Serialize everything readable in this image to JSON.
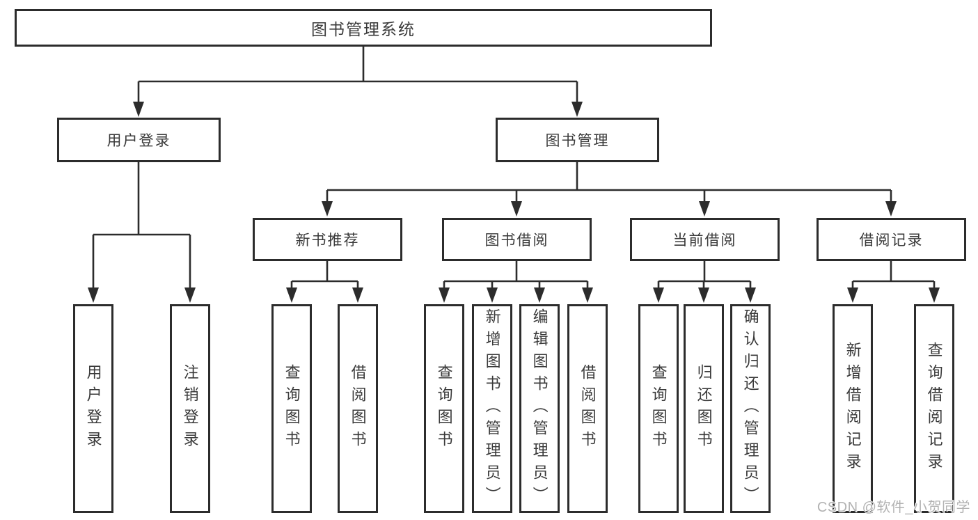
{
  "diagram": {
    "root": {
      "label": "图书管理系统"
    },
    "branches": [
      {
        "label": "用户登录",
        "children": [
          {
            "label": "用户登录"
          },
          {
            "label": "注销登录"
          }
        ]
      },
      {
        "label": "图书管理",
        "children": [
          {
            "label": "新书推荐",
            "children": [
              {
                "label": "查询图书"
              },
              {
                "label": "借阅图书"
              }
            ]
          },
          {
            "label": "图书借阅",
            "children": [
              {
                "label": "查询图书"
              },
              {
                "label": "新增图书（管理员）"
              },
              {
                "label": "编辑图书（管理员）"
              },
              {
                "label": "借阅图书"
              }
            ]
          },
          {
            "label": "当前借阅",
            "children": [
              {
                "label": "查询图书"
              },
              {
                "label": "归还图书"
              },
              {
                "label": "确认归还（管理员）"
              }
            ]
          },
          {
            "label": "借阅记录",
            "children": [
              {
                "label": "新增借阅记录"
              },
              {
                "label": "查询借阅记录"
              }
            ]
          }
        ]
      }
    ],
    "watermark": "CSDN @软件_小贺同学",
    "colors": {
      "background": "#ffffff",
      "box_border": "#2c2c2c",
      "connector_line": "#2c2c2c",
      "text": "#3a3a3a",
      "watermark": "#b2b2b2"
    }
  }
}
